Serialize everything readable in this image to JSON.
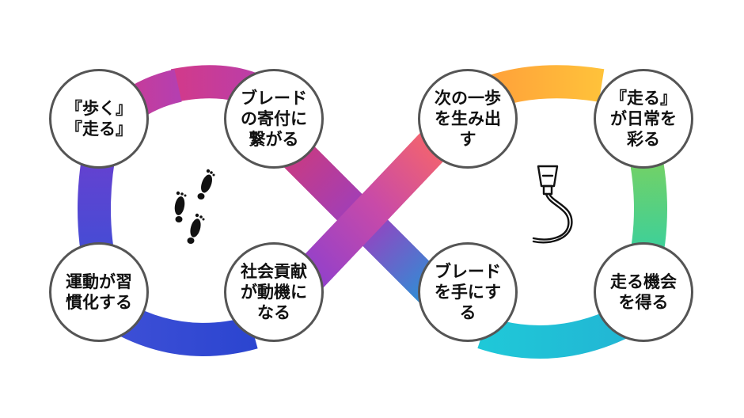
{
  "colors": {
    "left_top": [
      "#d23a8a",
      "#b53fb0"
    ],
    "left_side": [
      "#6b3fcf",
      "#3d4fd6"
    ],
    "left_bottom": [
      "#3d4fd6",
      "#2b45d0"
    ],
    "cross_down": [
      "#cf3a7a",
      "#9a3fc0",
      "#1f9ad8"
    ],
    "cross_up": [
      "#ff6b5e",
      "#c84aa8",
      "#8a3fd0"
    ],
    "right_top": [
      "#ff9a3a",
      "#ffc23a"
    ],
    "right_side": [
      "#7fd15a",
      "#2ed0a8"
    ],
    "right_bottom": [
      "#1fc8d8",
      "#22b6d4"
    ],
    "node_border": "#555555"
  },
  "nodes": {
    "walk_run": {
      "lines": [
        "『歩く』",
        "『走る』"
      ]
    },
    "blade_donation": {
      "lines": [
        "ブレード",
        "の寄付に",
        "繋がる"
      ]
    },
    "habit": {
      "lines": [
        "運動が習",
        "慣化する"
      ]
    },
    "social_contribution": {
      "lines": [
        "社会貢献",
        "が動機に",
        "なる"
      ]
    },
    "next_step": {
      "lines": [
        "次の一歩",
        "を生み出",
        "す"
      ]
    },
    "run_daily": {
      "lines": [
        "『走る』",
        "が日常を",
        "彩る"
      ]
    },
    "get_blade": {
      "lines": [
        "ブレード",
        "を手にす",
        "る"
      ]
    },
    "run_opportunity": {
      "lines": [
        "走る機会",
        "を得る"
      ]
    }
  },
  "icons": {
    "left_center": "footprints-icon",
    "right_center": "prosthetic-running-blade-icon"
  }
}
